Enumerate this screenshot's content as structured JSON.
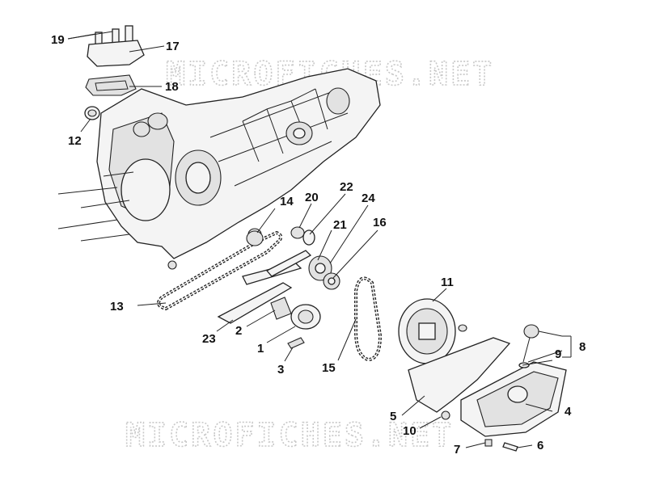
{
  "watermark_text": "MICROFICHES.NET",
  "callouts": {
    "c1": "1",
    "c2": "2",
    "c3": "3",
    "c4": "4",
    "c5": "5",
    "c6": "6",
    "c7": "7",
    "c8": "8",
    "c9": "9",
    "c10": "10",
    "c11": "11",
    "c12": "12",
    "c13": "13",
    "c14": "14",
    "c15": "15",
    "c16": "16",
    "c17": "17",
    "c18": "18",
    "c19": "19",
    "c20": "20",
    "c21": "21",
    "c22": "22",
    "c23": "23",
    "c24": "24"
  }
}
